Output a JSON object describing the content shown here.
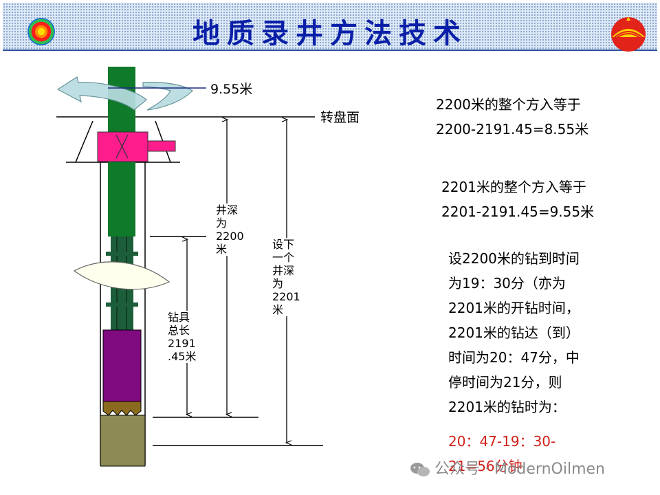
{
  "header": {
    "title": "地质录井方法技术"
  },
  "diagram": {
    "label_top": "9.55米",
    "label_rotary": "转盘面",
    "label_depth_lines": [
      "井深",
      "为",
      "2200",
      "米"
    ],
    "label_next_depth_lines": [
      "设下",
      "一个",
      "井深",
      "为",
      "2201",
      "米"
    ],
    "label_tool_lines": [
      "钻具",
      "总长",
      "2191",
      ".45米"
    ]
  },
  "explanation": {
    "block1": [
      "2200米的整个方入等于",
      "2200-2191.45=8.55米"
    ],
    "block2": [
      "2201米的整个方入等于",
      "2201-2191.45=9.55米"
    ],
    "block3": [
      "设2200米的钻到时间",
      "为19：30分（亦为",
      "2201米的开钻时间，",
      "2201米的钻达（到）",
      "时间为20：47分，中",
      "停时间为21分，则",
      "2201米的钻时为："
    ],
    "result": [
      "20：47-19：30-",
      "21=56分钟"
    ]
  },
  "watermark": {
    "text": "公众号 · ModernOilmen"
  },
  "colors": {
    "title": "#0a1fa8",
    "kelly": "#0f7a2a",
    "pipe": "#1d5e3a",
    "bushing": "#ff1d8e",
    "collar": "#800a80",
    "formation": "#8d8a55",
    "arrow": "#b8dce0",
    "result": "#d0201a"
  }
}
